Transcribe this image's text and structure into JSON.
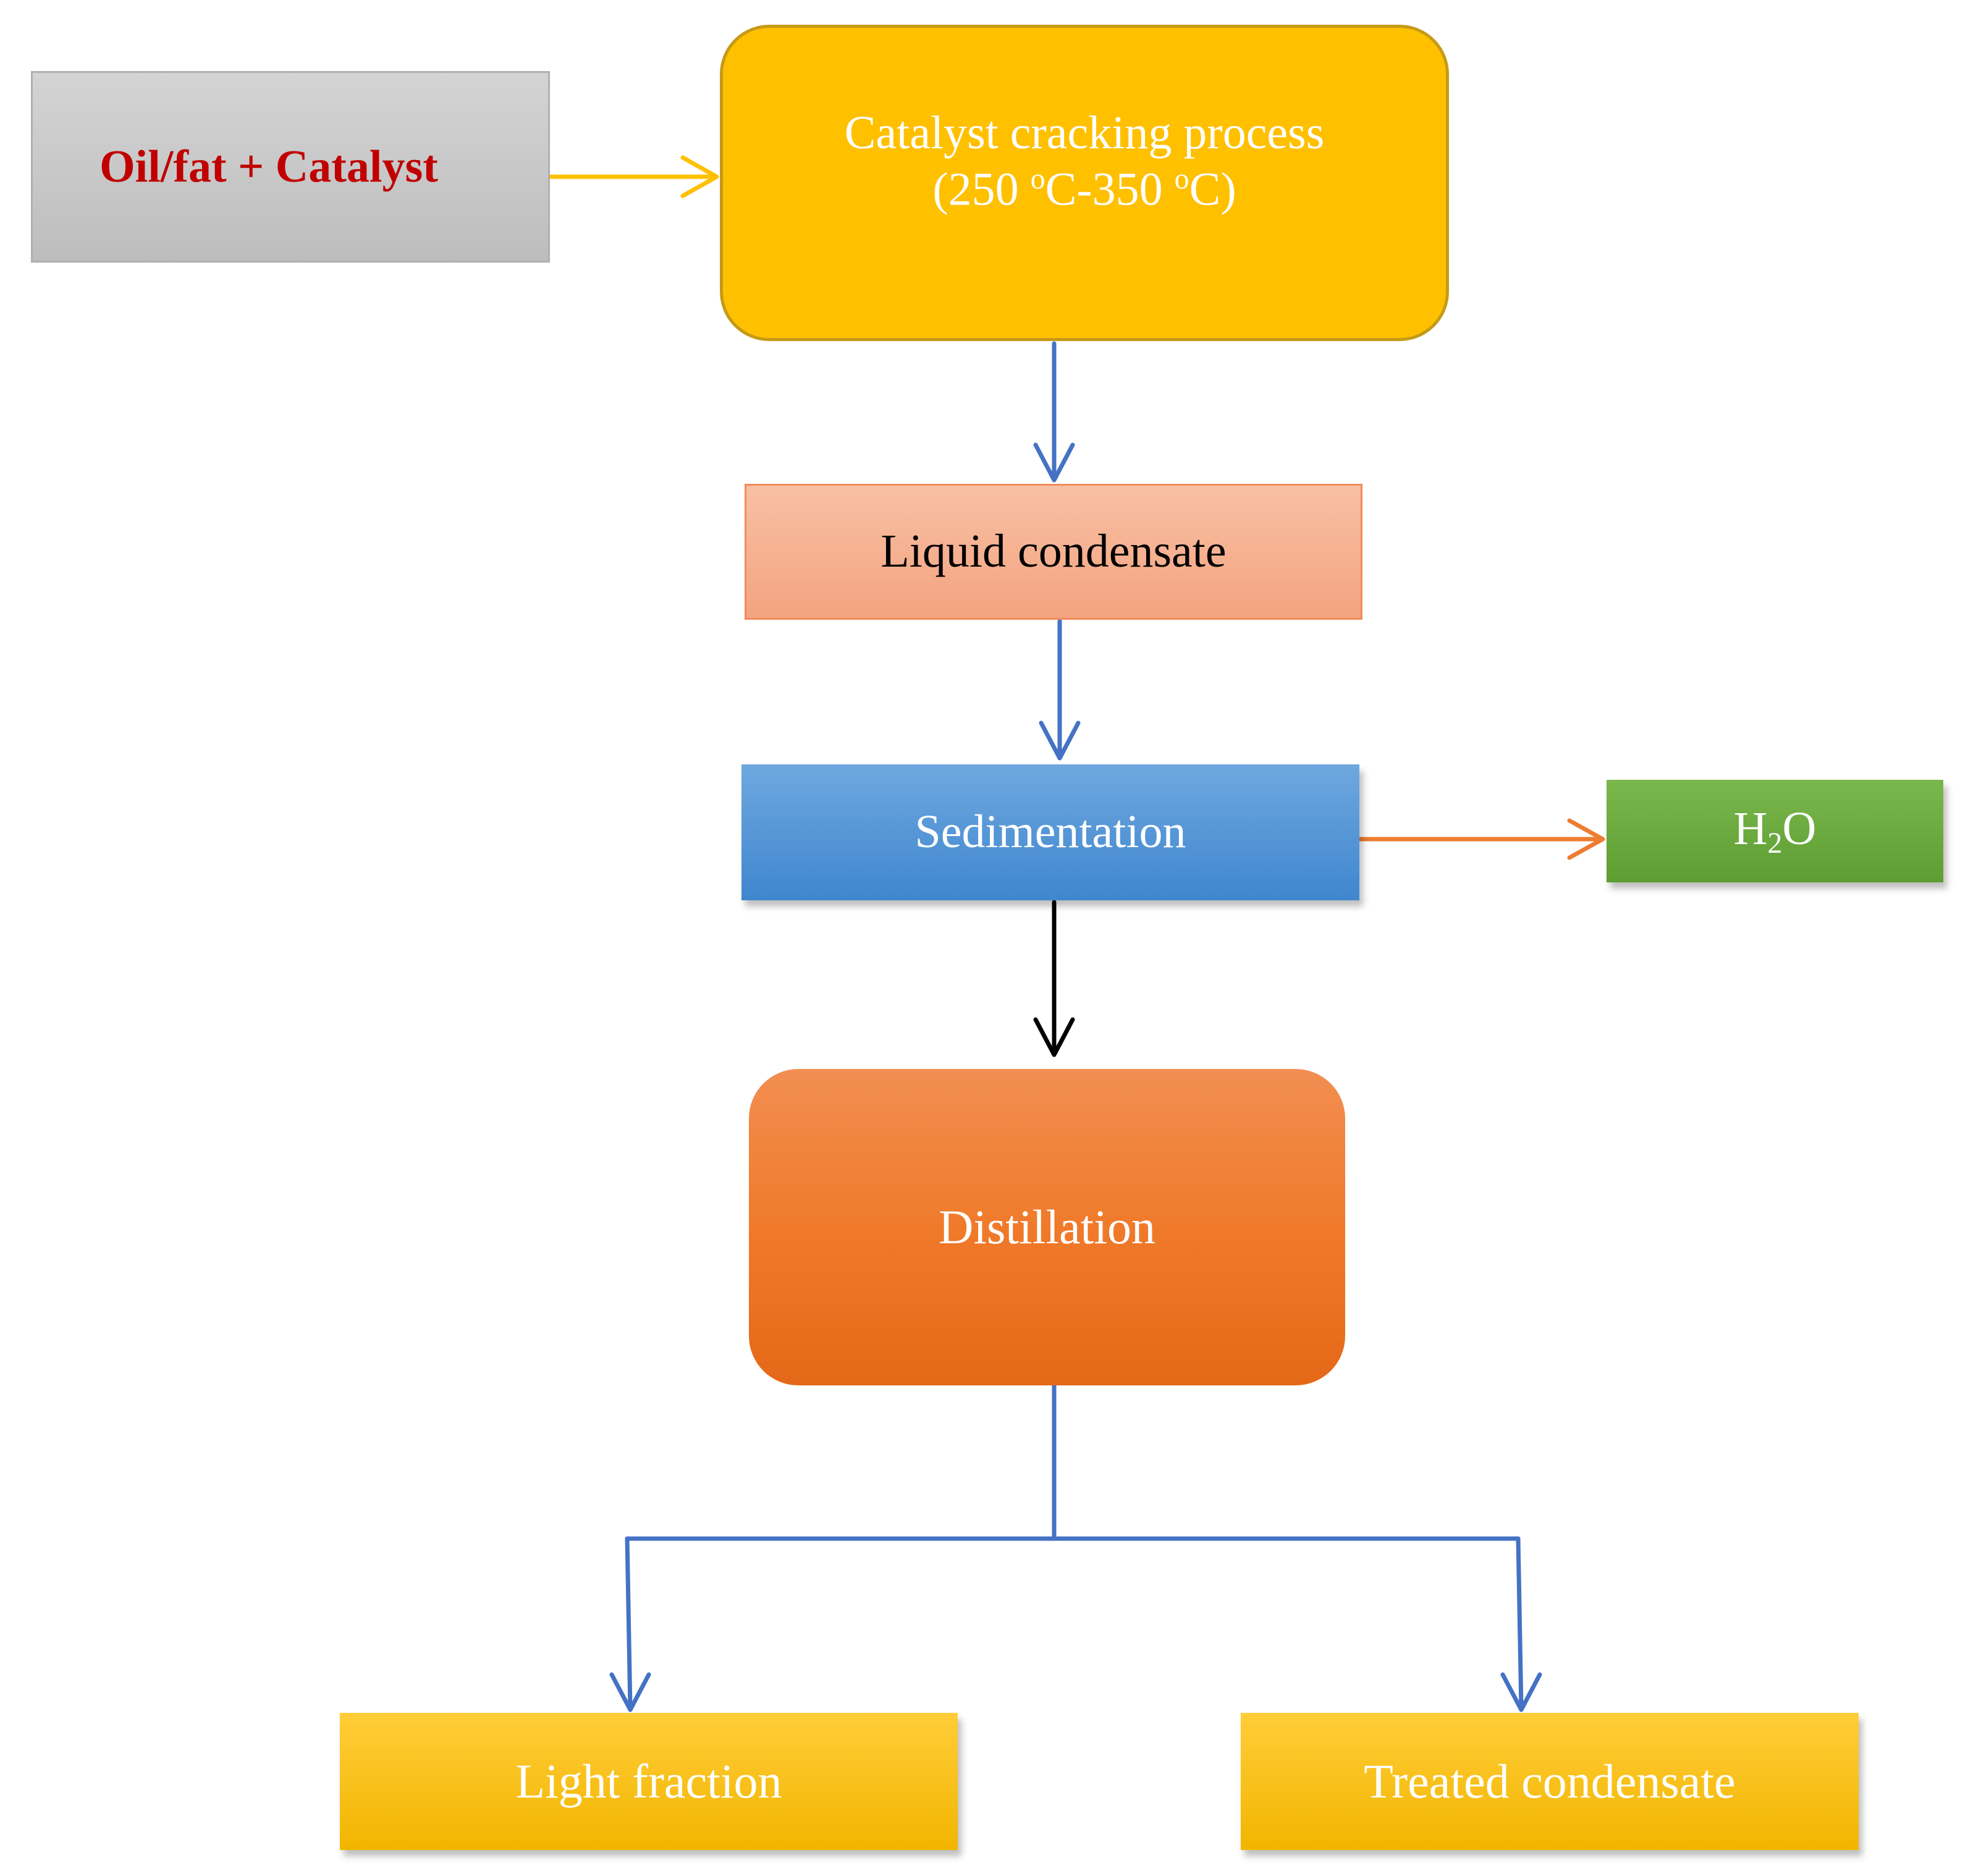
{
  "nodes": {
    "input": "Oil/fat + Catalyst",
    "cracking_title": "Catalyst cracking process",
    "cracking_temp": {
      "open": "(250 ",
      "deg1": "o",
      "mid": "C-350 ",
      "deg2": "o",
      "close": "C)"
    },
    "liquid_condensate": "Liquid condensate",
    "sedimentation": "Sedimentation",
    "water": {
      "h": "H",
      "sub": "2",
      "o": "O"
    },
    "distillation": "Distillation",
    "light_fraction": "Light fraction",
    "treated_condensate": "Treated condensate"
  },
  "colors": {
    "input_arrow": "#ffc000",
    "flow_arrow": "#4472c4",
    "sediment_arrow": "#000000",
    "water_arrow": "#ed7d31"
  }
}
